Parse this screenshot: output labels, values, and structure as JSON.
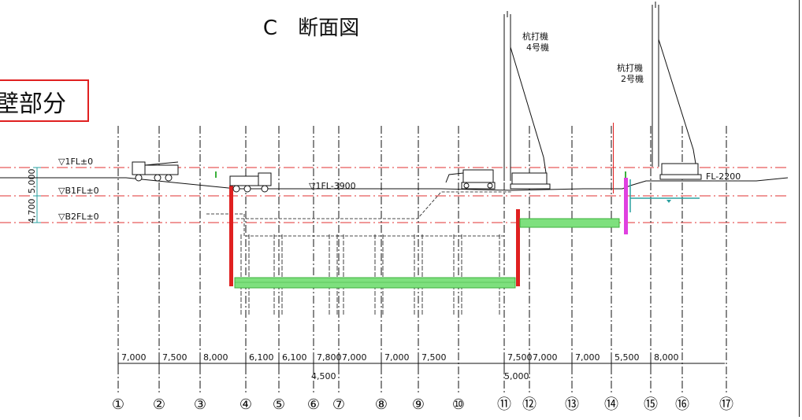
{
  "title": "C　断面図",
  "callout_label": "壁部分",
  "rigs": [
    {
      "label_line1": "杭打機",
      "label_line2": "4号機"
    },
    {
      "label_line1": "杭打機",
      "label_line2": "2号機"
    }
  ],
  "levels": [
    {
      "label": "▽1FL±0"
    },
    {
      "label": "▽B1FL±0"
    },
    {
      "label": "▽B2FL±0"
    },
    {
      "label": "▽1FL-3900"
    },
    {
      "label": "FL-2200"
    }
  ],
  "vertical_dims": [
    "5,000",
    "4,700"
  ],
  "spans": [
    "7,000",
    "7,500",
    "8,000",
    "6,100",
    "6,100",
    "7,800",
    "7,000",
    "7,000",
    "7,500",
    "",
    "7,500",
    "7,000",
    "7,000",
    "5,500",
    "8,000"
  ],
  "sub_spans": [
    "4,500",
    "5,000"
  ],
  "gridlines": [
    "①",
    "②",
    "③",
    "④",
    "⑤",
    "⑥",
    "⑦",
    "⑧",
    "⑨",
    "⑩",
    "⑪",
    "⑫",
    "⑬",
    "⑭",
    "⑮",
    "⑯",
    "⑰"
  ],
  "colors": {
    "datum_line": "#e03030",
    "shoring_wall": "#e02020",
    "slab_fill": "#7ee07e",
    "slab_stroke": "#3cb03c",
    "pile_section": "#e040e0",
    "water_level": "#2aa0a0",
    "callout_border": "#e02020"
  }
}
